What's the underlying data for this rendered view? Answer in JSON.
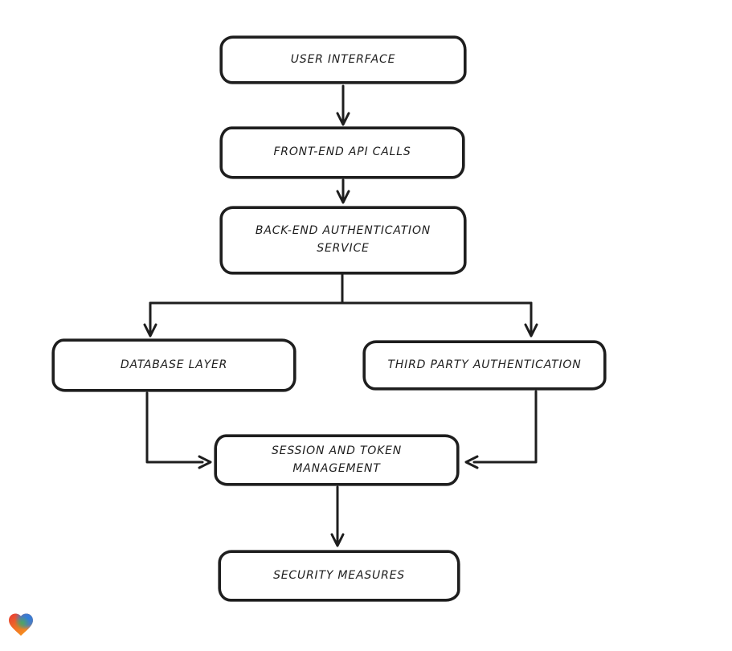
{
  "page": {
    "background": "#ffffff"
  },
  "diagram": {
    "type": "flowchart",
    "style": "hand-drawn",
    "stroke_color": "#1e1e1e",
    "node_fill": "#ffffff",
    "nodes": [
      {
        "id": "user-interface",
        "label": "USER INTERFACE"
      },
      {
        "id": "front-end-api-calls",
        "label": "FRONT-END API CALLS"
      },
      {
        "id": "back-end-authentication-service",
        "label": "BACK-END AUTHENTICATION\nSERVICE"
      },
      {
        "id": "database-layer",
        "label": "DATABASE LAYER"
      },
      {
        "id": "third-party-authentication",
        "label": "THIRD PARTY AUTHENTICATION"
      },
      {
        "id": "session-and-token-management",
        "label": "SESSION AND TOKEN\nMANAGEMENT"
      },
      {
        "id": "security-measures",
        "label": "SECURITY MEASURES"
      }
    ],
    "edges": [
      {
        "from": "user-interface",
        "to": "front-end-api-calls"
      },
      {
        "from": "front-end-api-calls",
        "to": "back-end-authentication-service"
      },
      {
        "from": "back-end-authentication-service",
        "to": "database-layer"
      },
      {
        "from": "back-end-authentication-service",
        "to": "third-party-authentication"
      },
      {
        "from": "database-layer",
        "to": "session-and-token-management"
      },
      {
        "from": "third-party-authentication",
        "to": "session-and-token-management"
      },
      {
        "from": "session-and-token-management",
        "to": "security-measures"
      }
    ]
  },
  "logo": {
    "name": "gradient-heart-logo",
    "colors": {
      "red": "#e83a33",
      "blue": "#2b7de0",
      "green": "#4caf50",
      "orange": "#f6981e"
    }
  }
}
